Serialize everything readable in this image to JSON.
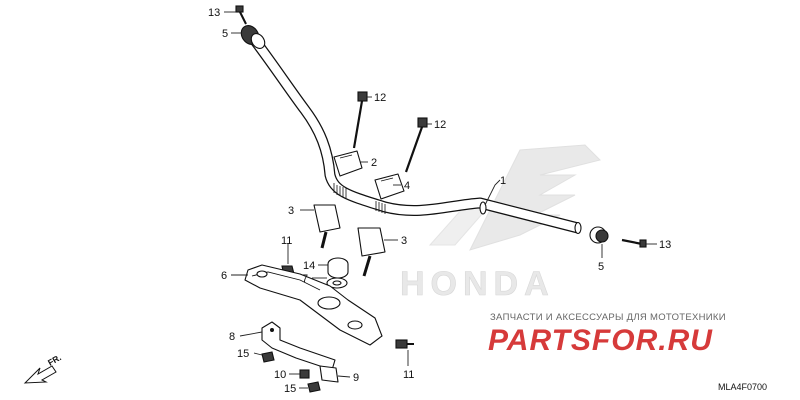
{
  "diagram": {
    "callouts": [
      {
        "id": "c13a",
        "label": "13"
      },
      {
        "id": "c5a",
        "label": "5"
      },
      {
        "id": "c12a",
        "label": "12"
      },
      {
        "id": "c12b",
        "label": "12"
      },
      {
        "id": "c2",
        "label": "2"
      },
      {
        "id": "c1",
        "label": "1"
      },
      {
        "id": "c4",
        "label": "4"
      },
      {
        "id": "c3a",
        "label": "3"
      },
      {
        "id": "c3b",
        "label": "3"
      },
      {
        "id": "c11a",
        "label": "11"
      },
      {
        "id": "c14",
        "label": "14"
      },
      {
        "id": "c7",
        "label": "7"
      },
      {
        "id": "c6",
        "label": "6"
      },
      {
        "id": "c13b",
        "label": "13"
      },
      {
        "id": "c5b",
        "label": "5"
      },
      {
        "id": "c8",
        "label": "8"
      },
      {
        "id": "c15a",
        "label": "15"
      },
      {
        "id": "c10",
        "label": "10"
      },
      {
        "id": "c15b",
        "label": "15"
      },
      {
        "id": "c9",
        "label": "9"
      },
      {
        "id": "c11b",
        "label": "11"
      }
    ],
    "front_arrow_label": "FR.",
    "diagram_code": "MLA4F0700"
  },
  "watermark": {
    "brand_text": "HONDA",
    "site_caption": "ЗАПЧАСТИ И АКСЕССУАРЫ ДЛЯ МОТОТЕХНИКИ",
    "site_logo": "PARTSFOR.RU",
    "site_logo_color": "#d63a3a"
  }
}
